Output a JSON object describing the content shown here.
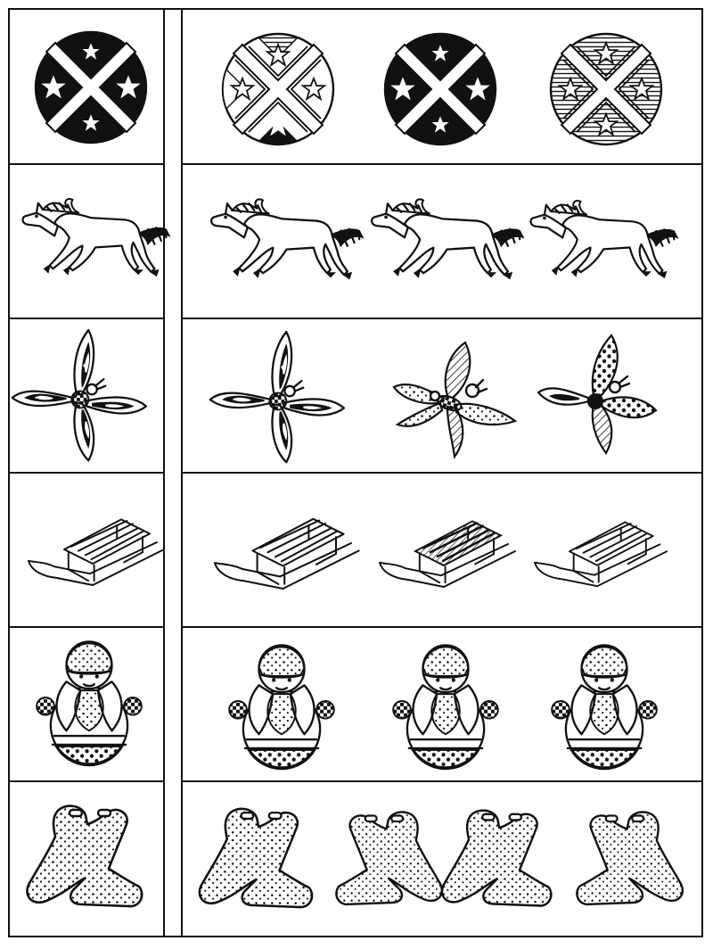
{
  "worksheet": {
    "rows": [
      {
        "object": "ball",
        "sample_icon": "ball-icon",
        "option_icons": [
          "ball-icon",
          "ball-icon",
          "ball-icon"
        ]
      },
      {
        "object": "horse",
        "sample_icon": "horse-icon",
        "option_icons": [
          "horse-icon",
          "horse-icon",
          "horse-icon"
        ]
      },
      {
        "object": "butterfly",
        "sample_icon": "butterfly-icon",
        "option_icons": [
          "butterfly-icon",
          "butterfly-icon",
          "butterfly-icon"
        ]
      },
      {
        "object": "sled",
        "sample_icon": "sled-icon",
        "option_icons": [
          "sled-icon",
          "sled-icon",
          "sled-icon"
        ]
      },
      {
        "object": "roly-poly doll",
        "sample_icon": "doll-icon",
        "option_icons": [
          "doll-icon",
          "doll-icon",
          "doll-icon"
        ]
      },
      {
        "object": "mitten",
        "sample_icon": "mitten-icon",
        "option_icons": [
          "mitten-icon",
          "mitten-icon",
          "mitten-icon",
          "mitten-icon"
        ]
      }
    ]
  }
}
